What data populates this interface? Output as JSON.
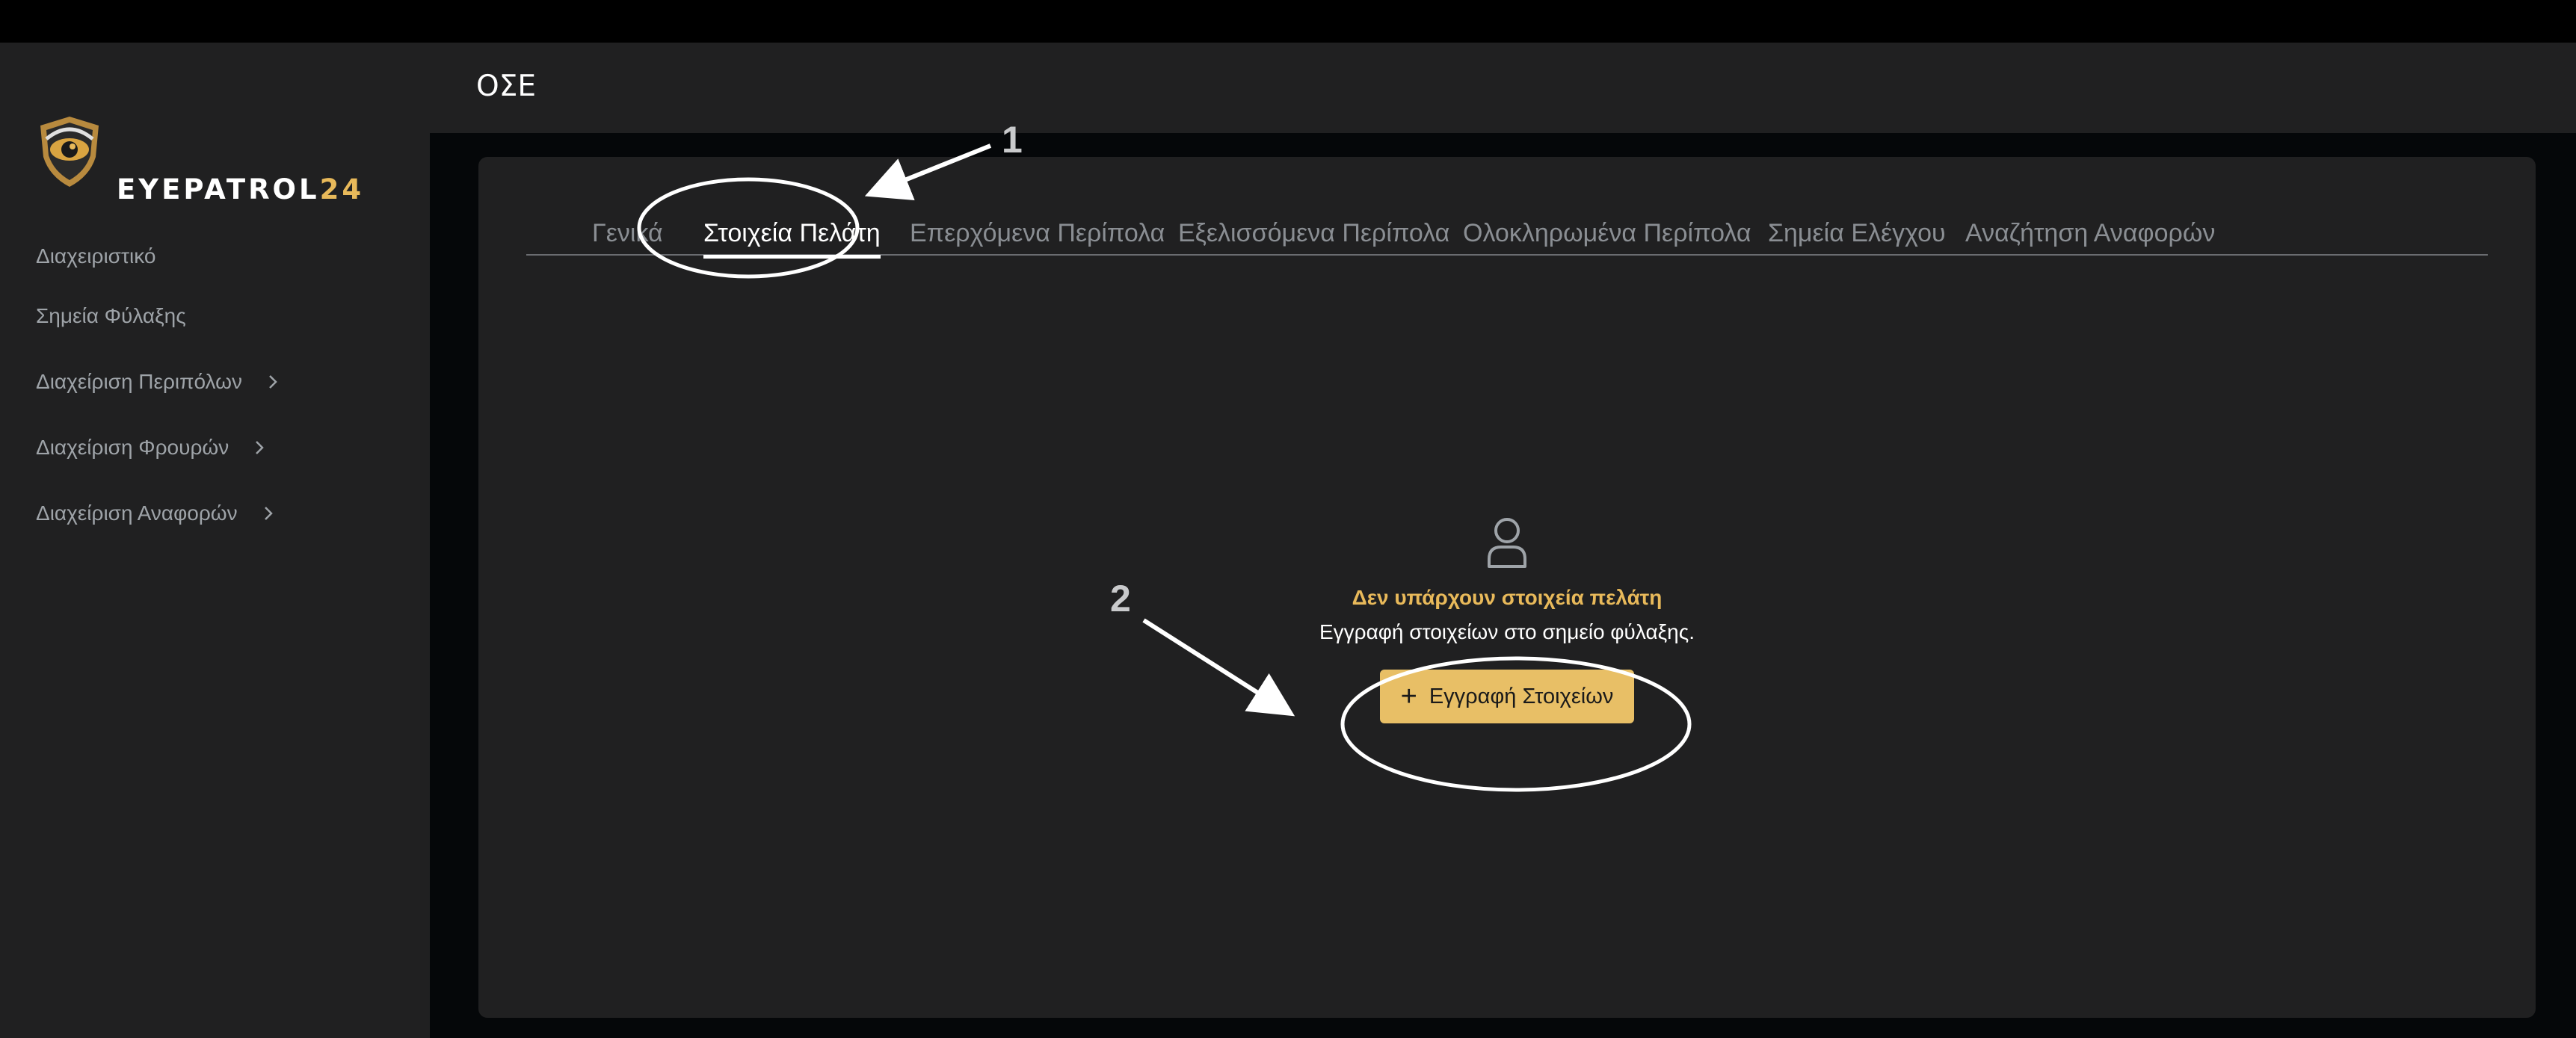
{
  "app": {
    "logo_main": "EYEPATROL",
    "logo_accent": "24"
  },
  "sidebar": {
    "items": [
      {
        "label": "Διαχειριστικό",
        "has_chevron": false
      },
      {
        "label": "Σημεία Φύλαξης",
        "has_chevron": false
      },
      {
        "label": "Διαχείριση Περιπόλων",
        "has_chevron": true
      },
      {
        "label": "Διαχείριση Φρουρών",
        "has_chevron": true
      },
      {
        "label": "Διαχείριση Αναφορών",
        "has_chevron": true
      }
    ]
  },
  "header": {
    "title": "ΟΣΕ"
  },
  "tabs": [
    {
      "label": "Γενικά",
      "active": false
    },
    {
      "label": "Στοιχεία Πελάτη",
      "active": true
    },
    {
      "label": "Επερχόμενα Περίπολα",
      "active": false
    },
    {
      "label": "Εξελισσόμενα Περίπολα",
      "active": false
    },
    {
      "label": "Ολοκληρωμένα Περίπολα",
      "active": false
    },
    {
      "label": "Σημεία Ελέγχου",
      "active": false
    },
    {
      "label": "Αναζήτηση Αναφορών",
      "active": false
    }
  ],
  "empty_state": {
    "title": "Δεν υπάρχουν στοιχεία πελάτη",
    "subtitle": "Εγγραφή στοιχείων στο σημείο φύλαξης.",
    "button_label": "Εγγραφή Στοιχείων",
    "button_icon": "plus-icon"
  },
  "annotations": {
    "label_1": "1",
    "label_2": "2"
  },
  "colors": {
    "accent": "#e8b95a",
    "panel": "#202021",
    "background": "#050709"
  }
}
